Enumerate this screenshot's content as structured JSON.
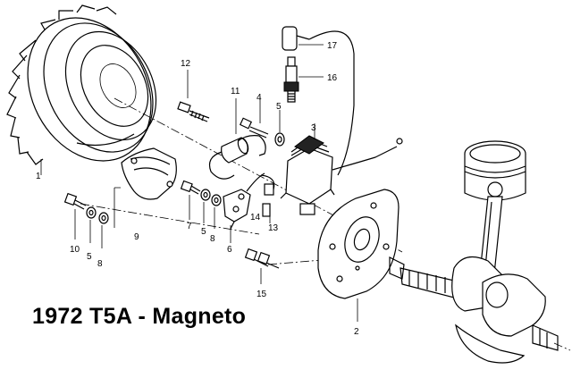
{
  "title": "1972 T5A - Magneto",
  "callouts": {
    "n1": "1",
    "n2": "2",
    "n3": "3",
    "n4": "4",
    "n5a": "5",
    "n5b": "5",
    "n5c": "5",
    "n6": "6",
    "n7": "7",
    "n8a": "8",
    "n8b": "8",
    "n9": "9",
    "n10": "10",
    "n11": "11",
    "n12": "12",
    "n13": "13",
    "n14": "14",
    "n15": "15",
    "n16": "16",
    "n17": "17"
  }
}
